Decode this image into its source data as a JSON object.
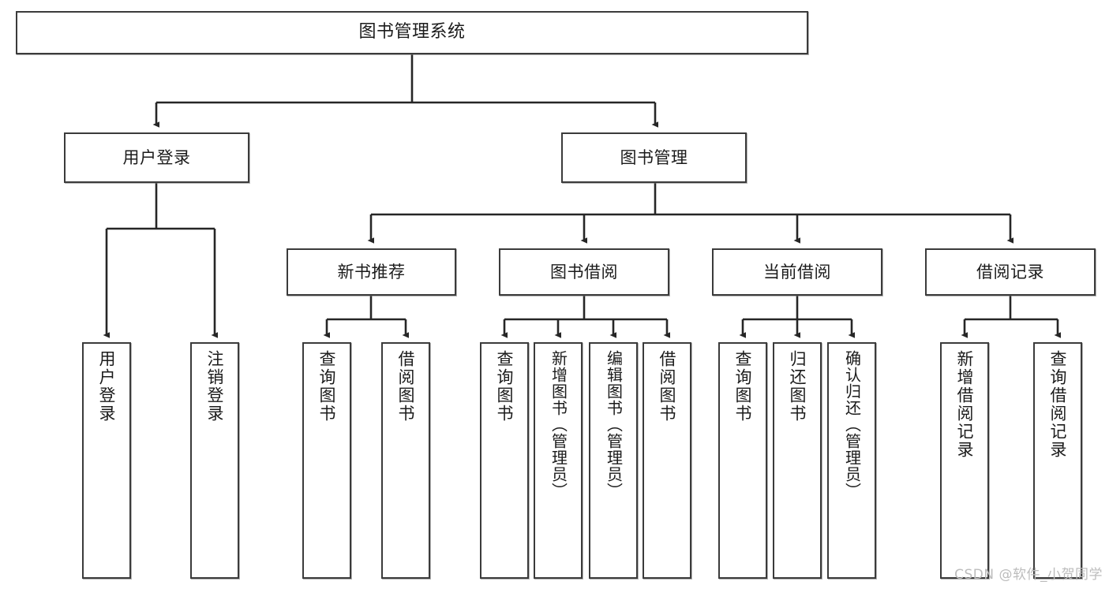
{
  "diagram": {
    "title": "图书管理系统",
    "type": "tree-hierarchy-diagram",
    "watermark": "CSDN @软件_小贺同学",
    "colors": {
      "box_border": "#3b3b3b",
      "box_fill": "#ffffff",
      "edge": "#262626",
      "text": "#1b1b1b",
      "watermark": "#bcbcbc"
    },
    "root": {
      "label": "图书管理系统"
    },
    "level2": [
      {
        "label": "用户登录"
      },
      {
        "label": "图书管理"
      }
    ],
    "level3": [
      {
        "label": "新书推荐"
      },
      {
        "label": "图书借阅"
      },
      {
        "label": "当前借阅"
      },
      {
        "label": "借阅记录"
      }
    ],
    "leaves": {
      "user_login": [
        {
          "label": "用户登录"
        },
        {
          "label": "注销登录"
        }
      ],
      "new_book_recommend": [
        {
          "label": "查询图书"
        },
        {
          "label": "借阅图书"
        }
      ],
      "book_borrow": [
        {
          "label": "查询图书"
        },
        {
          "label": "新增图书（管理员）"
        },
        {
          "label": "编辑图书（管理员）"
        },
        {
          "label": "借阅图书"
        }
      ],
      "current_borrow": [
        {
          "label": "查询图书"
        },
        {
          "label": "归还图书"
        },
        {
          "label": "确认归还（管理员）"
        }
      ],
      "borrow_record": [
        {
          "label": "新增借阅记录"
        },
        {
          "label": "查询借阅记录"
        }
      ]
    }
  }
}
